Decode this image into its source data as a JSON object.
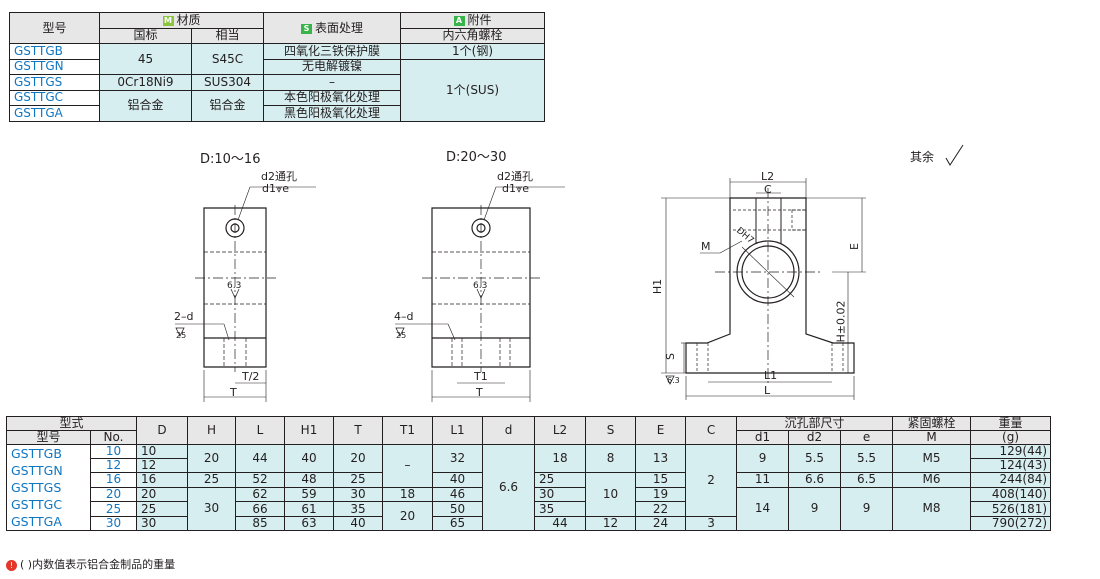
{
  "material_table": {
    "headers": {
      "model": "型号",
      "material": "材质",
      "material_badge": "M",
      "standard": "国标",
      "equivalent": "相当",
      "surface": "表面处理",
      "surface_badge": "S",
      "accessory": "附件",
      "accessory_badge": "A",
      "accessory_sub": "内六角螺栓"
    },
    "models": [
      "GSTTGB",
      "GSTTGN",
      "GSTTGS",
      "GSTTGC",
      "GSTTGA"
    ],
    "std_45": "45",
    "eq_s45c": "S45C",
    "std_0cr": "0Cr18Ni9",
    "eq_sus": "SUS304",
    "std_al": "铝合金",
    "eq_al": "铝合金",
    "surface": [
      "四氧化三铁保护膜",
      "无电解镀镍",
      "–",
      "本色阳极氧化处理",
      "黑色阳极氧化处理"
    ],
    "acc_steel": "1个(钢)",
    "acc_sus": "1个(SUS)"
  },
  "drawings": {
    "title_a": "D:10～16",
    "title_b": "D:20～30",
    "rest_finish": "其余",
    "d2_hole_a": "d2通孔",
    "d2_hole_b": "d2通孔",
    "cbore_a": "d1",
    "cbore_a_e": "e",
    "cbore_b": "d1",
    "cbore_b_e": "e",
    "rough_a": "6.3",
    "rough_b": "6.3",
    "hole_a": "2–d",
    "hole_b": "4–d",
    "rough25_a": "25",
    "rough25_b": "25",
    "dim_T2": "T/2",
    "dim_T_a": "T",
    "dim_T1": "T1",
    "dim_T_b": "T",
    "dim_L2": "L2",
    "dim_C": "C",
    "dim_M": "M",
    "dim_DH7": "DH7",
    "dim_E": "E",
    "dim_H1": "H1",
    "dim_H": "H±0.02",
    "dim_S": "S",
    "dim_L1": "L1",
    "dim_L": "L",
    "rough_c": "6.3"
  },
  "dim_table": {
    "hdr_type": "型式",
    "hdr_model": "型号",
    "hdr_no": "No.",
    "cols": [
      "D",
      "H",
      "L",
      "H1",
      "T",
      "T1",
      "L1",
      "d",
      "L2",
      "S",
      "E",
      "C"
    ],
    "hdr_cbore": "沉孔部尺寸",
    "hdr_d1": "d1",
    "hdr_d2": "d2",
    "hdr_e": "e",
    "hdr_bolt": "紧固螺栓",
    "hdr_M": "M",
    "hdr_weight": "重量",
    "hdr_g": "(g)",
    "models": [
      "GSTTGB",
      "GSTTGN",
      "GSTTGS",
      "GSTTGC",
      "GSTTGA"
    ],
    "no": [
      "10",
      "12",
      "16",
      "20",
      "25",
      "30"
    ],
    "D": [
      "10",
      "12",
      "16",
      "20",
      "25",
      "30"
    ],
    "H_a": "20",
    "H_b": "25",
    "H_c": "30",
    "L_a": "44",
    "L_b": "52",
    "L_c": "62",
    "L_d": "66",
    "L_e": "85",
    "H1_a": "40",
    "H1_b": "48",
    "H1_c": "59",
    "H1_d": "61",
    "H1_e": "63",
    "T_a": "20",
    "T_b": "25",
    "T_c": "30",
    "T_d": "35",
    "T_e": "40",
    "T1_a": "–",
    "T1_b": "18",
    "T1_c": "20",
    "L1_a": "32",
    "L1_b": "40",
    "L1_c": "46",
    "L1_d": "50",
    "L1_e": "65",
    "d": "6.6",
    "L2_a": "18",
    "L2_b": "25",
    "L2_c": "30",
    "L2_d": "35",
    "L2_e": "44",
    "S_a": "8",
    "S_b": "10",
    "S_c": "12",
    "E_a": "13",
    "E_b": "15",
    "E_c": "19",
    "E_d": "22",
    "E_e": "24",
    "C_a": "2",
    "C_b": "3",
    "d1_a": "9",
    "d1_b": "11",
    "d1_c": "14",
    "d2_a": "5.5",
    "d2_b": "6.6",
    "d2_c": "9",
    "e_a": "5.5",
    "e_b": "6.5",
    "e_c": "9",
    "M_a": "M5",
    "M_b": "M6",
    "M_c": "M8",
    "weight": [
      "129(44)",
      "124(43)",
      "244(84)",
      "408(140)",
      "526(181)",
      "790(272)"
    ]
  },
  "footnote": {
    "icon": "!",
    "text": "( )内数值表示铝合金制品的重量"
  }
}
